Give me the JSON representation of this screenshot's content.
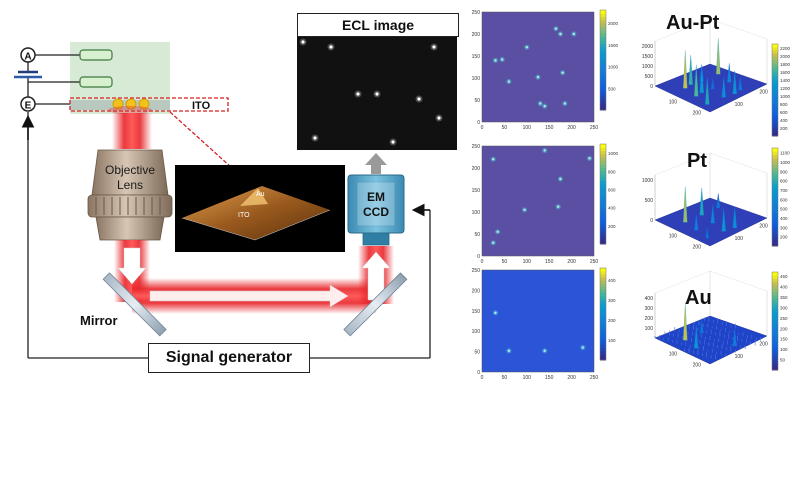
{
  "setup": {
    "meter_a": "A",
    "meter_e": "E",
    "ito_label": "ITO",
    "objective_label": "Objective\nLens",
    "afm_label_au": "Au",
    "afm_label_ito": "ITO",
    "emccd_label": "EM\nCCD",
    "mirror_label": "Mirror",
    "signal_generator": "Signal generator",
    "ecl_image_title": "ECL image"
  },
  "colors": {
    "beam": "#e8262b",
    "ccd": "#4fa3c7",
    "lens": "#b39a82",
    "ito_box": "#d62020",
    "panel_bg": "#5b4fa3"
  },
  "chart_data": [
    {
      "type": "heatmap",
      "title": "",
      "x_ticks": [
        "0",
        "50",
        "100",
        "150",
        "200",
        "250"
      ],
      "y_ticks": [
        "0",
        "50",
        "100",
        "150",
        "200",
        "250"
      ],
      "colorbar_ticks": [
        "2000",
        "1500",
        "1000",
        "500"
      ],
      "colorbar_range": [
        0,
        2300
      ],
      "spots": [
        {
          "x": 30,
          "y": 140
        },
        {
          "x": 45,
          "y": 142
        },
        {
          "x": 60,
          "y": 92
        },
        {
          "x": 100,
          "y": 170
        },
        {
          "x": 125,
          "y": 102
        },
        {
          "x": 165,
          "y": 212
        },
        {
          "x": 175,
          "y": 200
        },
        {
          "x": 180,
          "y": 112
        },
        {
          "x": 205,
          "y": 200
        },
        {
          "x": 130,
          "y": 42
        },
        {
          "x": 140,
          "y": 36
        },
        {
          "x": 185,
          "y": 42
        }
      ]
    },
    {
      "type": "surface",
      "title": "Au-Pt",
      "z_ticks": [
        "2000",
        "1500",
        "1000",
        "500",
        "0"
      ],
      "x_ticks": [
        "100",
        "200"
      ],
      "y_ticks": [
        "100",
        "200"
      ],
      "colorbar_ticks": [
        "2200",
        "2000",
        "1800",
        "1600",
        "1400",
        "1200",
        "1000",
        "800",
        "600",
        "400",
        "200"
      ],
      "colorbar_range": [
        0,
        2300
      ],
      "peaks": [
        0.9,
        0.55,
        0.75,
        0.4,
        0.65,
        0.3,
        0.85,
        0.5,
        0.45,
        0.7,
        0.35,
        0.6
      ]
    },
    {
      "type": "heatmap",
      "title": "",
      "x_ticks": [
        "0",
        "50",
        "100",
        "150",
        "200",
        "250"
      ],
      "y_ticks": [
        "0",
        "50",
        "100",
        "150",
        "200",
        "250"
      ],
      "colorbar_ticks": [
        "1000",
        "800",
        "600",
        "400",
        "200"
      ],
      "colorbar_range": [
        0,
        1100
      ],
      "spots": [
        {
          "x": 25,
          "y": 220
        },
        {
          "x": 95,
          "y": 105
        },
        {
          "x": 140,
          "y": 240
        },
        {
          "x": 175,
          "y": 175
        },
        {
          "x": 170,
          "y": 112
        },
        {
          "x": 240,
          "y": 222
        },
        {
          "x": 25,
          "y": 30
        },
        {
          "x": 35,
          "y": 55
        }
      ]
    },
    {
      "type": "surface",
      "title": "Pt",
      "z_ticks": [
        "1000",
        "500",
        "0"
      ],
      "x_ticks": [
        "100",
        "200"
      ],
      "y_ticks": [
        "100",
        "200"
      ],
      "colorbar_ticks": [
        "1100",
        "1000",
        "900",
        "800",
        "700",
        "600",
        "500",
        "400",
        "300",
        "200"
      ],
      "colorbar_range": [
        100,
        1150
      ],
      "peaks": [
        0.85,
        0.5,
        0.4,
        0.65,
        0.3,
        0.45,
        0.35,
        0.55
      ]
    },
    {
      "type": "heatmap",
      "title": "",
      "x_ticks": [
        "0",
        "50",
        "100",
        "150",
        "200",
        "250"
      ],
      "y_ticks": [
        "0",
        "50",
        "100",
        "150",
        "200",
        "250"
      ],
      "colorbar_ticks": [
        "400",
        "300",
        "200",
        "100"
      ],
      "colorbar_range": [
        0,
        460
      ],
      "spots": [
        {
          "x": 30,
          "y": 145
        },
        {
          "x": 60,
          "y": 52
        },
        {
          "x": 140,
          "y": 52
        },
        {
          "x": 225,
          "y": 60
        }
      ]
    },
    {
      "type": "surface",
      "title": "Au",
      "z_ticks": [
        "400",
        "300",
        "200",
        "100"
      ],
      "x_ticks": [
        "100",
        "200"
      ],
      "y_ticks": [
        "100",
        "200"
      ],
      "colorbar_ticks": [
        "450",
        "400",
        "350",
        "300",
        "250",
        "200",
        "150",
        "100",
        "50"
      ],
      "colorbar_range": [
        0,
        470
      ],
      "peaks": [
        0.9,
        0.4,
        0.55,
        0.35
      ]
    }
  ]
}
